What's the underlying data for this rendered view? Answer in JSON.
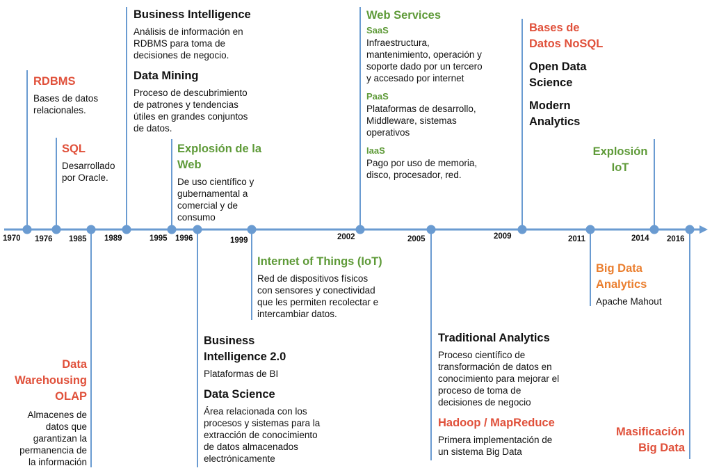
{
  "colors": {
    "axis": "#6a9bd1",
    "red": "#e0503a",
    "green": "#5e9a38",
    "orange": "#ea7e2e",
    "black": "#111111"
  },
  "years": [
    {
      "id": "y1970",
      "label": "1970"
    },
    {
      "id": "y1976",
      "label": "1976"
    },
    {
      "id": "y1985",
      "label": "1985"
    },
    {
      "id": "y1989",
      "label": "1989"
    },
    {
      "id": "y1995",
      "label": "1995"
    },
    {
      "id": "y1996",
      "label": "1996"
    },
    {
      "id": "y1999",
      "label": "1999"
    },
    {
      "id": "y2002",
      "label": "2002"
    },
    {
      "id": "y2005",
      "label": "2005"
    },
    {
      "id": "y2009",
      "label": "2009"
    },
    {
      "id": "y2011",
      "label": "2011"
    },
    {
      "id": "y2014",
      "label": "2014"
    },
    {
      "id": "y2016",
      "label": "2016"
    }
  ],
  "events": {
    "rdbms": {
      "title": "RDBMS",
      "desc": "Bases de datos\nrelacionales."
    },
    "sql": {
      "title": "SQL",
      "desc": "Desarrollado\npor Oracle."
    },
    "data_warehousing": {
      "title": "Data\nWarehousing\nOLAP",
      "desc": "Almacenes de\ndatos que\ngarantizan la\npermanencia de\nla información"
    },
    "business_intelligence": {
      "title": "Business Intelligence",
      "desc": "Análisis de información en\nRDBMS para toma de\ndecisiones de negocio."
    },
    "data_mining": {
      "title": "Data Mining",
      "desc": "Proceso de descubrimiento\nde patrones y tendencias\nútiles en grandes conjuntos\nde datos."
    },
    "explosion_web": {
      "title": "Explosión de la\nWeb",
      "desc": "De uso científico y\ngubernamental a\ncomercial y de\nconsumo"
    },
    "bi2": {
      "title": "Business\nIntelligence 2.0",
      "desc": "Plataformas de BI"
    },
    "data_science": {
      "title": "Data Science",
      "desc": "Área relacionada con los\nprocesos y sistemas para la\nextracción de conocimiento\nde datos almacenados\nelectrónicamente"
    },
    "iot": {
      "title": "Internet of Things (IoT)",
      "desc": "Red de dispositivos físicos\ncon sensores y conectividad\nque les permiten recolectar e\nintercambiar datos."
    },
    "web_services": {
      "title": "Web Services",
      "saas_title": "SaaS",
      "saas_desc": "Infraestructura,\nmantenimiento, operación y\nsoporte dado por un tercero\ny accesado por internet",
      "paas_title": "PaaS",
      "paas_desc": "Plataformas de desarrollo,\nMiddleware, sistemas\noperativos",
      "iaas_title": "IaaS",
      "iaas_desc": "Pago por uso de memoria,\ndisco, procesador, red."
    },
    "traditional_analytics": {
      "title": "Traditional Analytics",
      "desc": "Proceso científico de\ntransformación de datos en\nconocimiento para mejorar el\nproceso de toma de\ndecisiones de negocio"
    },
    "hadoop": {
      "title": "Hadoop / MapReduce",
      "desc": "Primera implementación de\nun sistema Big Data"
    },
    "nosql": {
      "title": "Bases de\nDatos NoSQL"
    },
    "open_data_science": {
      "title": "Open Data\nScience"
    },
    "modern_analytics": {
      "title": "Modern\nAnalytics"
    },
    "big_data_analytics": {
      "title": "Big Data\nAnalytics",
      "desc": "Apache Mahout"
    },
    "explosion_iot": {
      "title": "Explosión\nIoT"
    },
    "masificacion": {
      "title": "Masificación\nBig Data"
    }
  }
}
